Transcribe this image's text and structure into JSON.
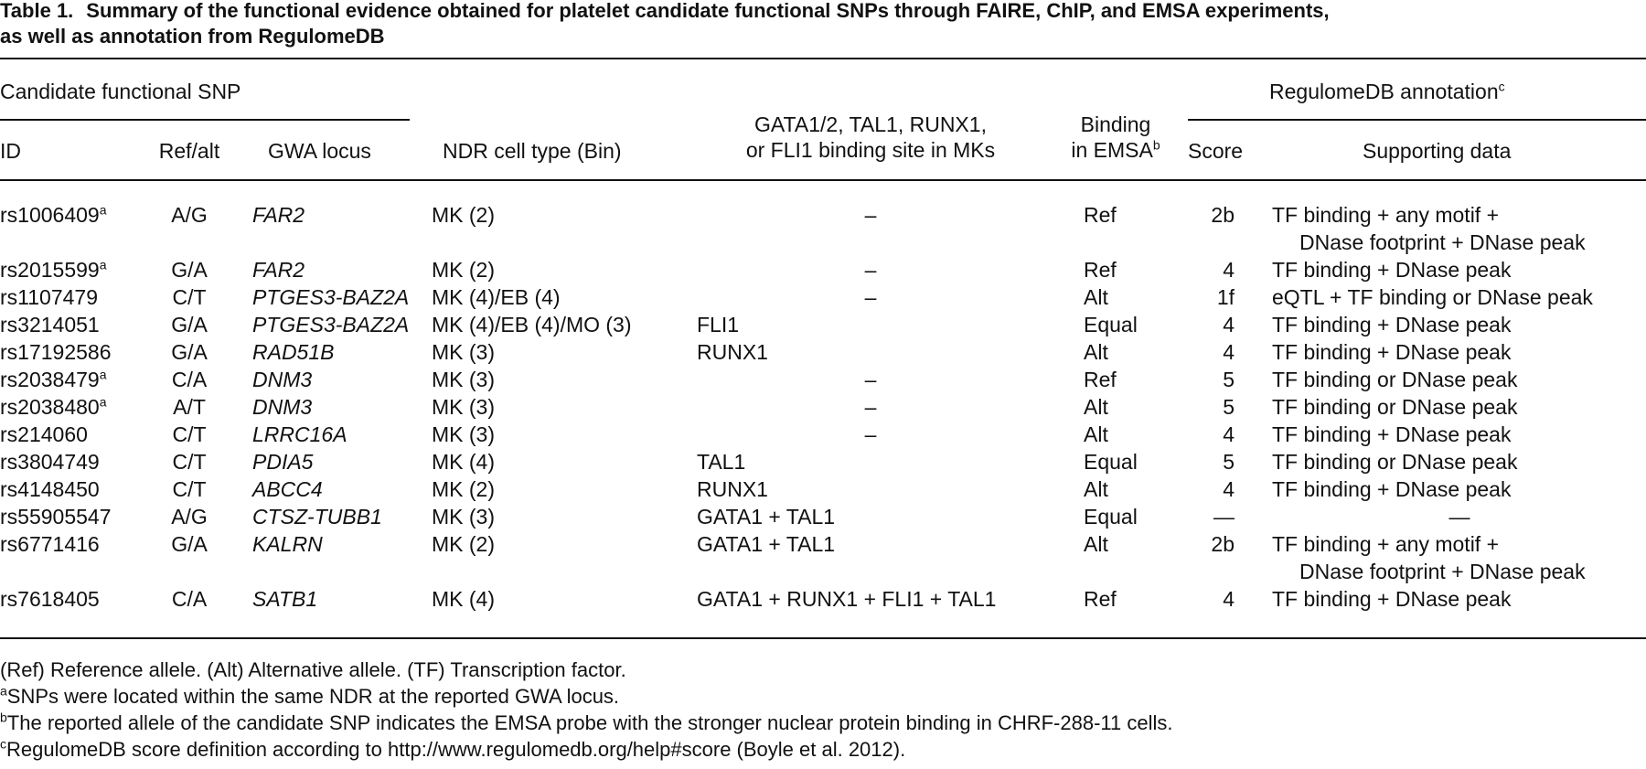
{
  "caption": {
    "label": "Table 1.",
    "line1": "Summary of the functional evidence obtained for platelet candidate functional SNPs through FAIRE, ChIP, and EMSA experiments,",
    "line2": "as well as annotation from RegulomeDB"
  },
  "headers": {
    "group_snp": "Candidate functional SNP",
    "group_regulome": "RegulomeDB annotation",
    "group_regulome_sup": "c",
    "id": "ID",
    "ref_alt": "Ref/alt",
    "gwa_locus": "GWA locus",
    "ndr": "NDR cell type (Bin)",
    "binding_site_line1": "GATA1/2, TAL1, RUNX1,",
    "binding_site_line2": "or FLI1 binding site in MKs",
    "emsa_line1": "Binding",
    "emsa_line2": "in EMSA",
    "emsa_sup": "b",
    "score": "Score",
    "supporting": "Supporting data"
  },
  "rows": [
    {
      "id": "rs1006409",
      "sup": "a",
      "ref_alt": "A/G",
      "locus": "FAR2",
      "ndr": "MK (2)",
      "binding": "–",
      "emsa": "Ref",
      "score": "2b",
      "support1": "TF binding + any motif +",
      "support2": "DNase footprint + DNase peak"
    },
    {
      "id": "rs2015599",
      "sup": "a",
      "ref_alt": "G/A",
      "locus": "FAR2",
      "ndr": "MK (2)",
      "binding": "–",
      "emsa": "Ref",
      "score": "4",
      "support1": "TF binding + DNase peak"
    },
    {
      "id": "rs1107479",
      "sup": "",
      "ref_alt": "C/T",
      "locus": "PTGES3-BAZ2A",
      "ndr": "MK (4)/EB (4)",
      "binding": "–",
      "emsa": "Alt",
      "score": "1f",
      "support1": "eQTL + TF binding or DNase peak"
    },
    {
      "id": "rs3214051",
      "sup": "",
      "ref_alt": "G/A",
      "locus": "PTGES3-BAZ2A",
      "ndr": "MK (4)/EB (4)/MO (3)",
      "binding": "FLI1",
      "emsa": "Equal",
      "score": "4",
      "support1": "TF binding + DNase peak"
    },
    {
      "id": "rs17192586",
      "sup": "",
      "ref_alt": "G/A",
      "locus": "RAD51B",
      "ndr": "MK (3)",
      "binding": "RUNX1",
      "emsa": "Alt",
      "score": "4",
      "support1": "TF binding + DNase peak"
    },
    {
      "id": "rs2038479",
      "sup": "a",
      "ref_alt": "C/A",
      "locus": "DNM3",
      "ndr": "MK (3)",
      "binding": "–",
      "emsa": "Ref",
      "score": "5",
      "support1": "TF binding or DNase peak"
    },
    {
      "id": "rs2038480",
      "sup": "a",
      "ref_alt": "A/T",
      "locus": "DNM3",
      "ndr": "MK (3)",
      "binding": "–",
      "emsa": "Alt",
      "score": "5",
      "support1": "TF binding or DNase peak"
    },
    {
      "id": "rs214060",
      "sup": "",
      "ref_alt": "C/T",
      "locus": "LRRC16A",
      "ndr": "MK (3)",
      "binding": "–",
      "emsa": "Alt",
      "score": "4",
      "support1": "TF binding + DNase peak"
    },
    {
      "id": "rs3804749",
      "sup": "",
      "ref_alt": "C/T",
      "locus": "PDIA5",
      "ndr": "MK (4)",
      "binding": "TAL1",
      "emsa": "Equal",
      "score": "5",
      "support1": "TF binding or DNase peak"
    },
    {
      "id": "rs4148450",
      "sup": "",
      "ref_alt": "C/T",
      "locus": "ABCC4",
      "ndr": "MK (2)",
      "binding": "RUNX1",
      "emsa": "Alt",
      "score": "4",
      "support1": "TF binding + DNase peak"
    },
    {
      "id": "rs55905547",
      "sup": "",
      "ref_alt": "A/G",
      "locus": "CTSZ-TUBB1",
      "ndr": "MK (3)",
      "binding": "GATA1 + TAL1",
      "emsa": "Equal",
      "score": "—",
      "support1": "—"
    },
    {
      "id": "rs6771416",
      "sup": "",
      "ref_alt": "G/A",
      "locus": "KALRN",
      "ndr": "MK (2)",
      "binding": "GATA1 + TAL1",
      "emsa": "Alt",
      "score": "2b",
      "support1": "TF binding + any motif +",
      "support2": "DNase footprint + DNase peak"
    },
    {
      "id": "rs7618405",
      "sup": "",
      "ref_alt": "C/A",
      "locus": "SATB1",
      "ndr": "MK (4)",
      "binding": "GATA1 + RUNX1 + FLI1 + TAL1",
      "emsa": "Ref",
      "score": "4",
      "support1": "TF binding + DNase peak"
    }
  ],
  "footnotes": {
    "abbrev": "(Ref) Reference allele. (Alt) Alternative allele. (TF) Transcription factor.",
    "a_mark": "a",
    "a_text": "SNPs were located within the same NDR at the reported GWA locus.",
    "b_mark": "b",
    "b_text": "The reported allele of the candidate SNP indicates the EMSA probe with the stronger nuclear protein binding in CHRF-288-11 cells.",
    "c_mark": "c",
    "c_text": "RegulomeDB score definition according to http://www.regulomedb.org/help#score (Boyle et al. 2012)."
  }
}
